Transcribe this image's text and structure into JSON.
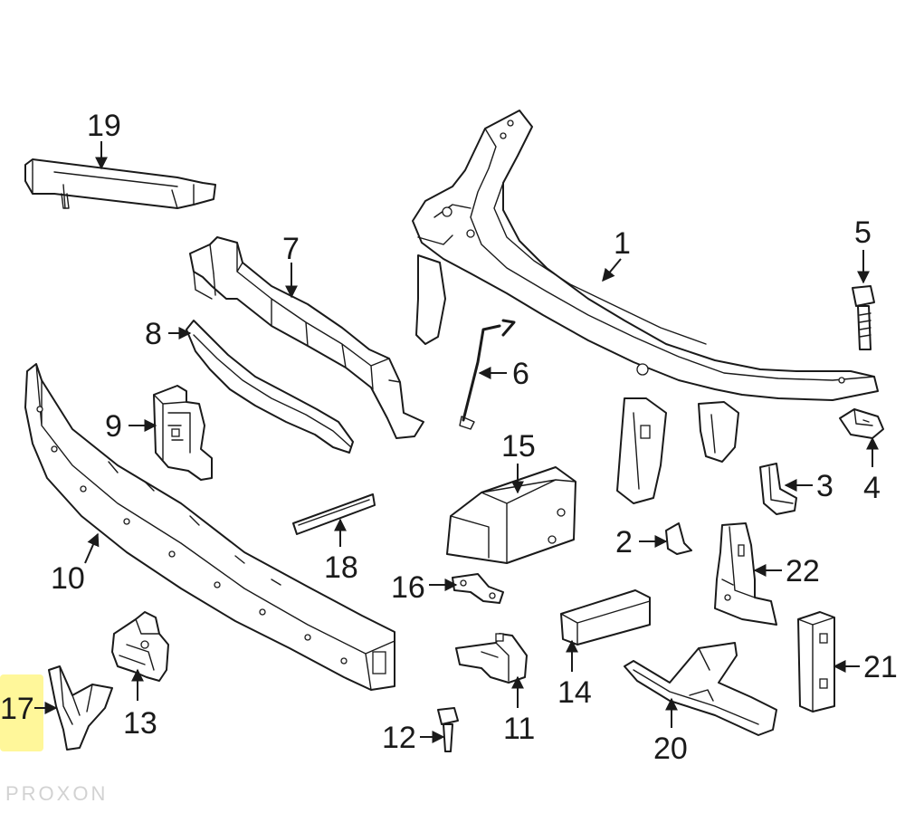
{
  "diagram": {
    "callouts": {
      "n1": "1",
      "n2": "2",
      "n3": "3",
      "n4": "4",
      "n5": "5",
      "n6": "6",
      "n7": "7",
      "n8": "8",
      "n9": "9",
      "n10": "10",
      "n11": "11",
      "n12": "12",
      "n13": "13",
      "n14": "14",
      "n15": "15",
      "n16": "16",
      "n17": "17",
      "n18": "18",
      "n19": "19",
      "n20": "20",
      "n21": "21",
      "n22": "22"
    },
    "highlight_color": "#fff79a",
    "line_color": "#1a1a1a"
  },
  "watermark": "PROXON"
}
